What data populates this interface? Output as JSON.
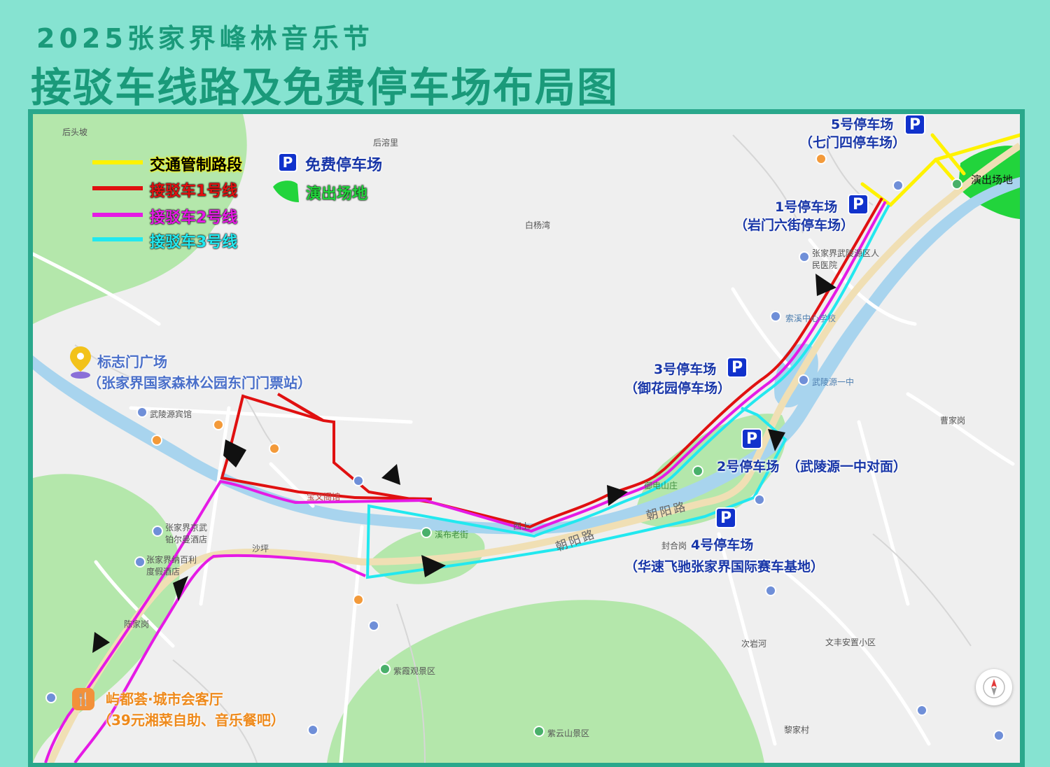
{
  "header": {
    "title_line1": "2025张家界峰林音乐节",
    "title_line2": "接驳车线路及免费停车场布局图"
  },
  "legend": {
    "traffic_control": "交通管制路段",
    "shuttle_1": "接驳车1号线",
    "shuttle_2": "接驳车2号线",
    "shuttle_3": "接驳车3号线",
    "free_parking": "免费停车场",
    "venue": "演出场地",
    "parking_glyph": "P"
  },
  "colors": {
    "traffic_control": "#fff200",
    "shuttle_1": "#e01010",
    "shuttle_2": "#e51ae5",
    "shuttle_3": "#22e8ef",
    "parking": "#1132cc",
    "venue": "#22d43c",
    "title": "#1a9a7a"
  },
  "parking_lots": {
    "p5_name": "5号停车场",
    "p5_sub": "（七门四停车场）",
    "p1_name": "1号停车场",
    "p1_sub": "（岩门六街停车场）",
    "p3_name": "3号停车场",
    "p3_sub": "（御花园停车场）",
    "p2_name": "2号停车场",
    "p2_sub": "（武陵源一中对面）",
    "p4_name": "4号停车场",
    "p4_sub": "（华速飞驰张家界国际赛车基地）"
  },
  "landmarks": {
    "gate_name": "标志门广场",
    "gate_sub": "（张家界国家森林公园东门门票站）",
    "restaurant_name": "屿都荟·城市会客厅",
    "restaurant_sub": "（39元湘菜自助、音乐餐吧）",
    "venue_label": "演出场地"
  },
  "places": {
    "houtoupo": "后头坡",
    "houxili": "后溶里",
    "baiyangwan": "白杨湾",
    "wulingyuan_hotel": "武陵源宾馆",
    "shaping": "沙坪",
    "chenjiagang": "陈家岗",
    "zijiaguanjingqu": "紫霞观景区",
    "zhaiguanshan": "紫云山景区",
    "lijiacun": "黎家村",
    "ciyanhe": "次岩河",
    "wenfeng": "文丰安置小区",
    "fenghegang": "封合岗",
    "caojiagang": "曹家岗",
    "wulingyuan_school": "武陵源一中",
    "xiexie_school": "索溪中心学校",
    "hospital": "张家界武陵源区人民医院",
    "old_street": "溪布老街",
    "hotel1": "张家界京武铂尔曼酒店",
    "hotel2": "张家界纳百利度假酒店",
    "yanmenshan": "御电山庄",
    "chaoyang_road": "朝阳路",
    "chaoyang_road2": "朝阳路",
    "shaolu": "西上",
    "baowen": "宝文阁馆"
  }
}
